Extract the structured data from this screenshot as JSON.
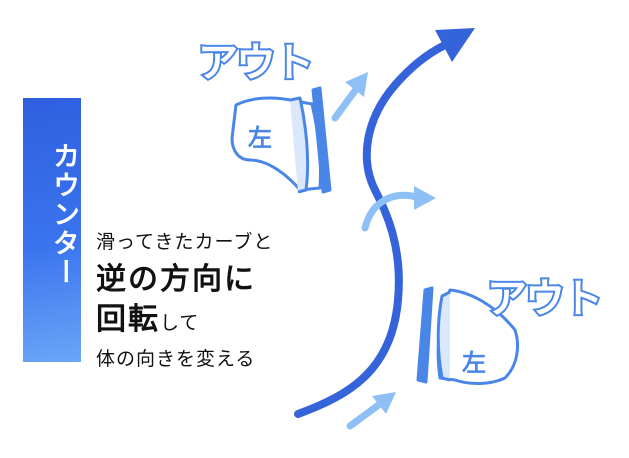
{
  "side_label": "カウンター",
  "edge_label_top": "アウト",
  "edge_label_bottom": "アウト",
  "boot_top_tag": "左",
  "boot_bottom_tag": "左",
  "caption": {
    "line1": "滑ってきたカーブと",
    "line2": "逆の方向に",
    "line3_bold": "回転",
    "line3_rest": "して",
    "line4": "体の向きを変える"
  },
  "colors": {
    "path_blue": "#3563d9",
    "light_blue": "#5b9cf0",
    "arrow_light": "#8ec0f5",
    "label_gradient_top": "#2f5fe0",
    "label_gradient_bottom": "#6aa6f7"
  }
}
